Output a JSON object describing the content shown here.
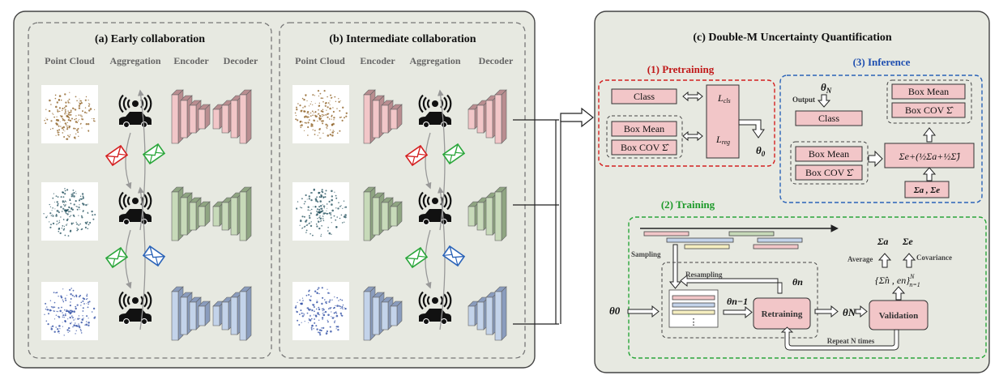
{
  "left_panel": {
    "early": {
      "title": "(a) Early collaboration",
      "cols": [
        "Point Cloud",
        "Aggregation",
        "Encoder",
        "Decoder"
      ]
    },
    "intermediate": {
      "title": "(b) Intermediate collaboration",
      "cols": [
        "Point Cloud",
        "Encoder",
        "Aggregation",
        "Decoder"
      ]
    }
  },
  "right_panel": {
    "title": "(c) Double-M Uncertainty Quantification",
    "pretraining": {
      "title": "(1) Pretraining",
      "class_label": "Class",
      "box_mean": "Box Mean",
      "box_cov": "Box COV",
      "cov_symbol": "Σ̂",
      "l_cls": "L",
      "l_cls_sub": "cls",
      "l_reg": "L",
      "l_reg_sub": "reg",
      "theta0": "θ",
      "theta0_sub": "0"
    },
    "inference": {
      "title": "(3) Inference",
      "theta": "θ",
      "theta_sub": "N",
      "output": "Output",
      "class_label": "Class",
      "box_mean_in": "Box Mean",
      "box_cov_in": "Box COV",
      "box_mean_out": "Box Mean",
      "box_cov_out": "Box COV",
      "cov_symbol": "Σ̂",
      "formula": "Σe+(½Σa+½Σ̂)",
      "sigmas": "Σa , Σe"
    },
    "training": {
      "title": "(2) Training",
      "sampling": "Sampling",
      "resampling": "Resampling",
      "theta_n": "θn",
      "theta_n_minus": "θn−1",
      "theta0": "θ0",
      "theta_N": "θN",
      "retraining": "Retraining",
      "validation": "Validation",
      "repeat": "Repeat N times",
      "average": "Average",
      "covariance": "Covariance",
      "sigma_a": "Σa",
      "sigma_e": "Σe",
      "set": "{Σ̂n , en}",
      "set_sup": "N",
      "set_sub": "n=1",
      "ellipsis": "⋮"
    }
  },
  "colors": {
    "panel_bg": "#e7e9e1",
    "pink": "#f2c6c8",
    "pink_dark": "#b98d90",
    "green": "#c7dab9",
    "green_dark": "#8fa582",
    "blue": "#c3d3ea",
    "blue_dark": "#8a9cbd",
    "red": "#d42020",
    "darkblue": "#2a63b8",
    "darkgreen": "#2aa63a",
    "title_red": "#c01818",
    "title_blue": "#1f4fb0",
    "title_green": "#1d9a2a"
  }
}
